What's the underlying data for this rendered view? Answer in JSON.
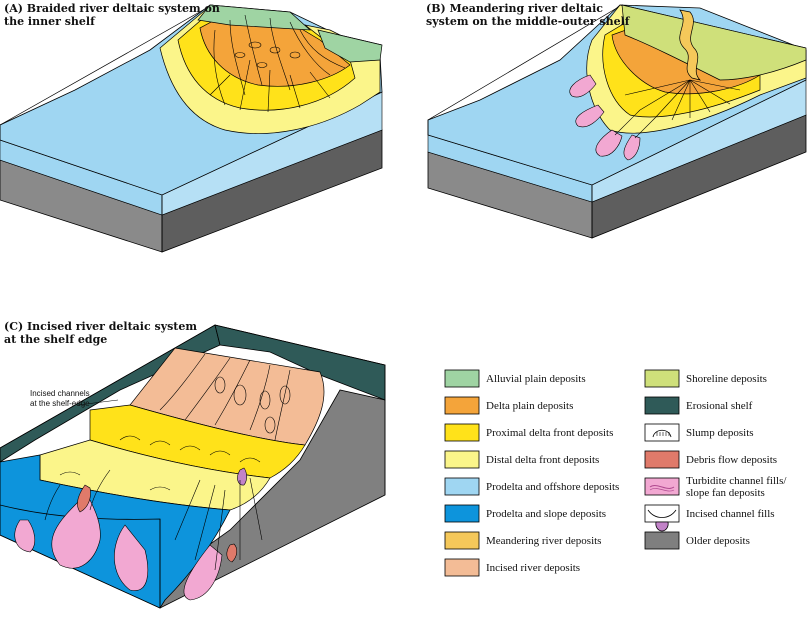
{
  "panels": {
    "a": {
      "title_line1": "(A) Braided river deltaic system on",
      "title_line2": "the inner shelf"
    },
    "b": {
      "title_line1": "(B) Meandering river deltaic",
      "title_line2": "system on the middle-outer shelf"
    },
    "c": {
      "title_line1": "(C) Incised river deltaic system",
      "title_line2": "at the shelf edge",
      "annotation_line1": "Incised channels",
      "annotation_line2": "at the shelf-edge"
    }
  },
  "legend": {
    "left": [
      {
        "label": "Alluvial plain deposits",
        "color": "#9fd4a3"
      },
      {
        "label": "Delta plain deposits",
        "color": "#f4a43a"
      },
      {
        "label": "Proximal delta front deposits",
        "color": "#ffe21a"
      },
      {
        "label": "Distal delta front deposits",
        "color": "#fbf58a"
      },
      {
        "label": "Prodelta and offshore deposits",
        "color": "#9fd6f2"
      },
      {
        "label": "Prodelta and slope deposits",
        "color": "#0d94dc"
      },
      {
        "label": "Meandering river deposits",
        "color": "#f5c85a"
      },
      {
        "label": "Incised river deposits",
        "color": "#f3bc96"
      }
    ],
    "right": [
      {
        "label": "Shoreline deposits",
        "color": "#cfe07a",
        "icon": "fill"
      },
      {
        "label": "Erosional shelf",
        "color": "#2f5a58",
        "icon": "fill"
      },
      {
        "label": "Slump deposits",
        "color": "#ffffff",
        "icon": "slump"
      },
      {
        "label": "Debris flow deposits",
        "color": "#e07a6a",
        "icon": "fill"
      },
      {
        "label": "Turbidite channel fills/",
        "label2": "slope fan deposits",
        "color": "#f2a8d2",
        "icon": "turbidite"
      },
      {
        "label": "Incised channel fills",
        "color": "#ffffff",
        "icon": "channel"
      },
      {
        "label": "",
        "color": "#c283c8",
        "icon": "lobe"
      },
      {
        "label": "Older deposits",
        "color": "#7f7f7f",
        "icon": "fill"
      }
    ]
  },
  "colors": {
    "alluvial": "#9fd4a3",
    "delta_plain": "#f4a43a",
    "proximal": "#ffe21a",
    "distal": "#fbf58a",
    "prodelta_offshore": "#9fd6f2",
    "prodelta_slope": "#0d94dc",
    "shoreline": "#cfe07a",
    "erosional": "#2f5a58",
    "incised": "#f3bc96",
    "older": "#7f7f7f",
    "turbidite": "#f2a8d2",
    "debris": "#e07a6a"
  }
}
